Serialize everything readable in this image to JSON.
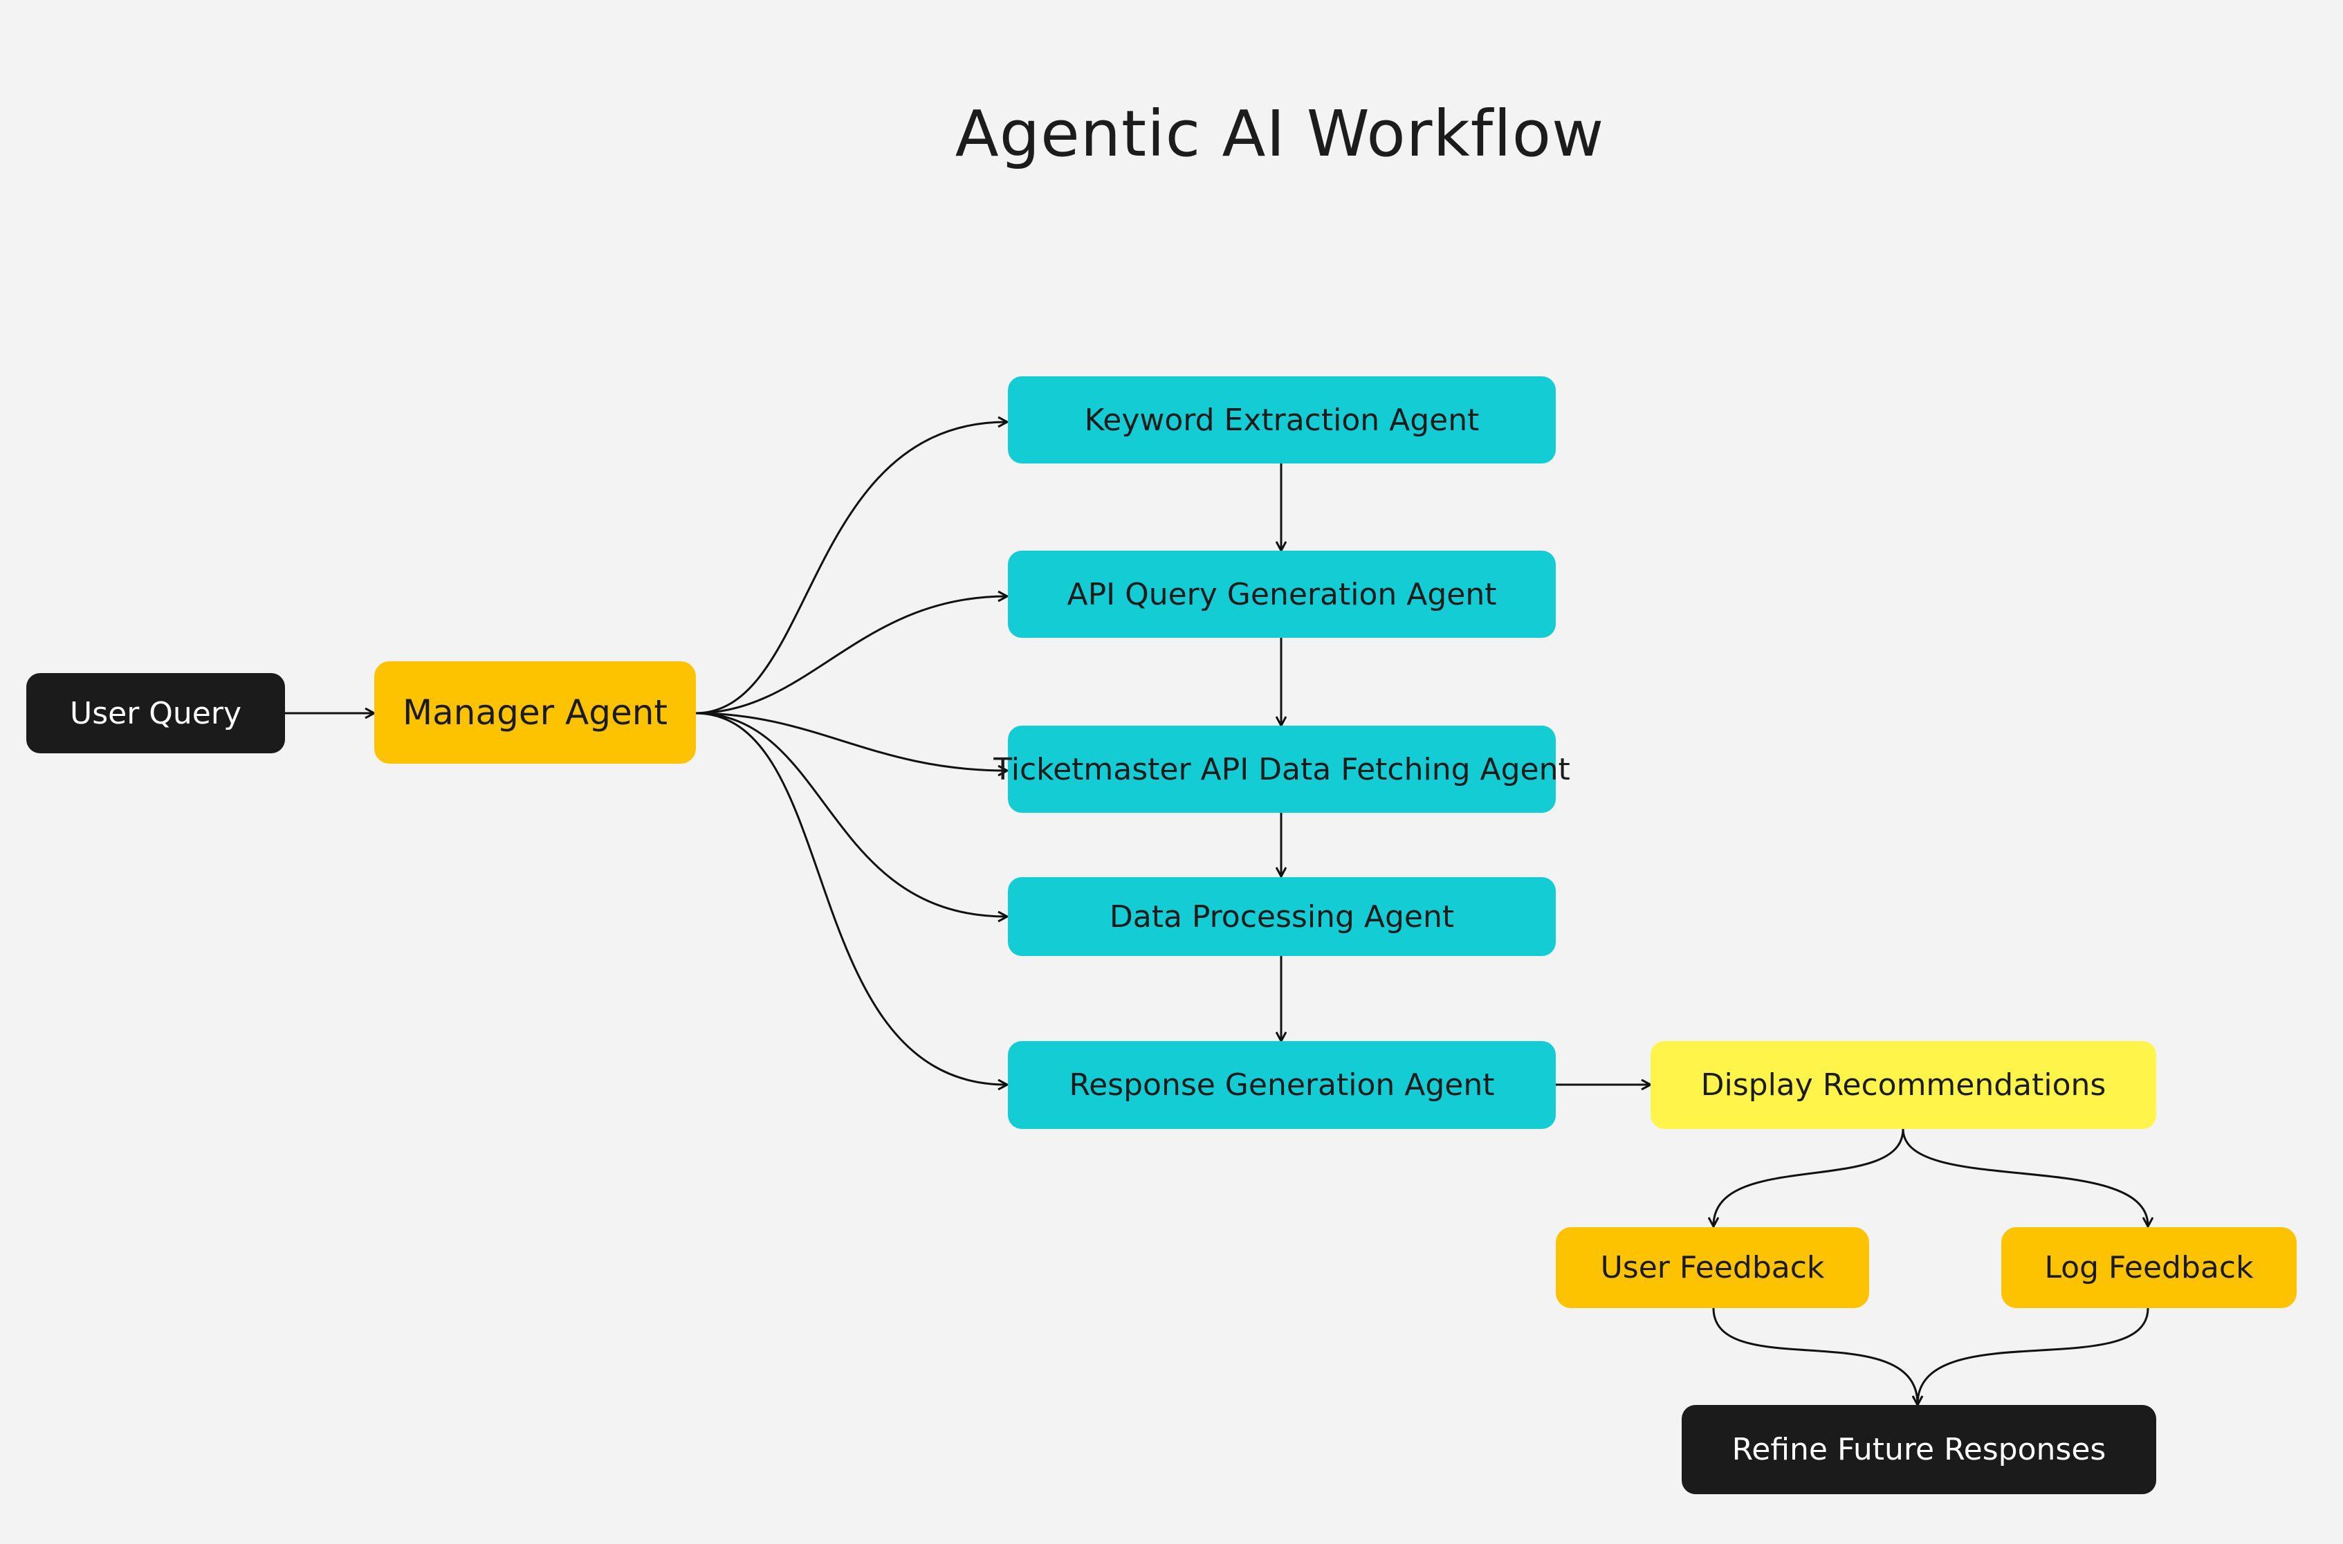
{
  "diagram": {
    "title": "Agentic AI Workflow",
    "nodes": {
      "user_query": "User Query",
      "manager_agent": "Manager Agent",
      "keyword_extraction": "Keyword Extraction Agent",
      "api_query_generation": "API Query Generation Agent",
      "ticketmaster_fetching": "Ticketmaster API Data Fetching Agent",
      "data_processing": "Data Processing Agent",
      "response_generation": "Response Generation Agent",
      "display_recommendations": "Display Recommendations",
      "user_feedback": "User Feedback",
      "log_feedback": "Log Feedback",
      "refine_future": "Refine Future Responses"
    },
    "colors": {
      "background": "#f3f3f3",
      "dark": "#1b1b1b",
      "orange": "#fdc301",
      "cyan": "#14ccd4",
      "yellow": "#fff44a",
      "edge": "#111111"
    },
    "edges": [
      {
        "from": "user_query",
        "to": "manager_agent"
      },
      {
        "from": "manager_agent",
        "to": "keyword_extraction"
      },
      {
        "from": "manager_agent",
        "to": "api_query_generation"
      },
      {
        "from": "manager_agent",
        "to": "ticketmaster_fetching"
      },
      {
        "from": "manager_agent",
        "to": "data_processing"
      },
      {
        "from": "manager_agent",
        "to": "response_generation"
      },
      {
        "from": "keyword_extraction",
        "to": "api_query_generation"
      },
      {
        "from": "api_query_generation",
        "to": "ticketmaster_fetching"
      },
      {
        "from": "ticketmaster_fetching",
        "to": "data_processing"
      },
      {
        "from": "data_processing",
        "to": "response_generation"
      },
      {
        "from": "response_generation",
        "to": "display_recommendations"
      },
      {
        "from": "display_recommendations",
        "to": "user_feedback"
      },
      {
        "from": "display_recommendations",
        "to": "log_feedback"
      },
      {
        "from": "user_feedback",
        "to": "refine_future"
      },
      {
        "from": "log_feedback",
        "to": "refine_future"
      }
    ]
  }
}
